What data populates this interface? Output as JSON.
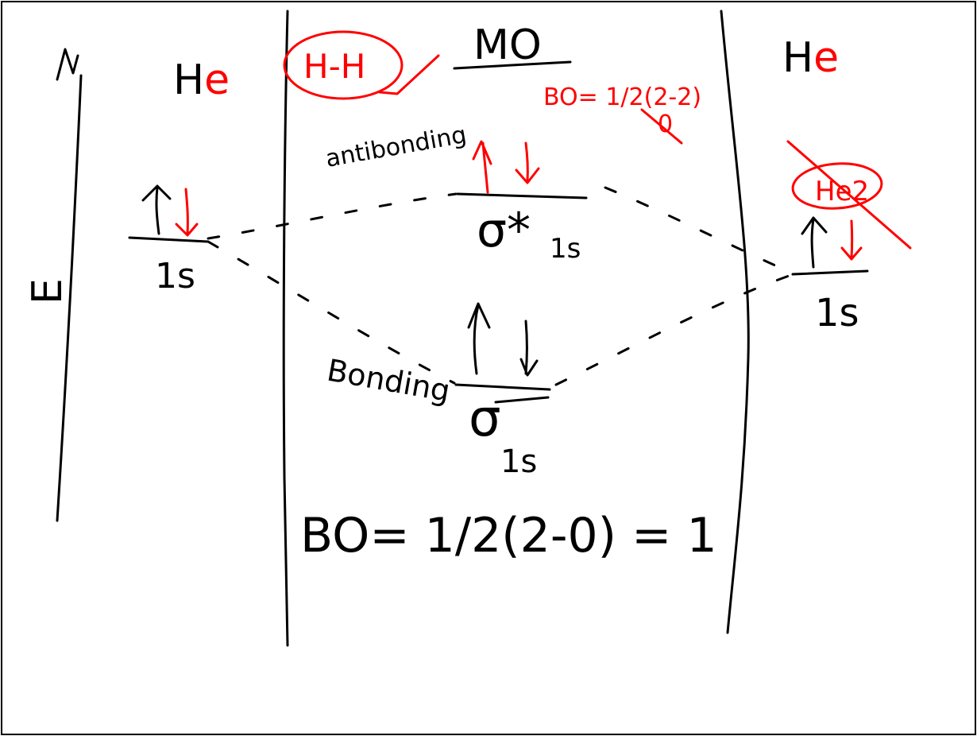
{
  "colors": {
    "ink": "#000000",
    "annotation": "#ff0000",
    "background": "#ffffff"
  },
  "energy_axis": {
    "label": "E"
  },
  "left_atom": {
    "label_prefix": "H",
    "label_suffix": "e",
    "orbital": "1s"
  },
  "right_atom": {
    "label_prefix": "H",
    "label_suffix": "e",
    "orbital": "1s",
    "crossed_note": "He2"
  },
  "center": {
    "molecule_note": "H-H",
    "header": "MO",
    "bond_order_note": "BO= 1/2(2-2)",
    "bond_order_note_result": "0",
    "antibonding": {
      "label": "antibonding",
      "orbital": "σ*",
      "subscript": "1s"
    },
    "bonding": {
      "label": "Bonding",
      "orbital": "σ",
      "subscript": "1s"
    },
    "bond_order_main": "BO= 1/2(2-0) = 1"
  },
  "electrons": {
    "up": "↑",
    "down": "↓"
  }
}
